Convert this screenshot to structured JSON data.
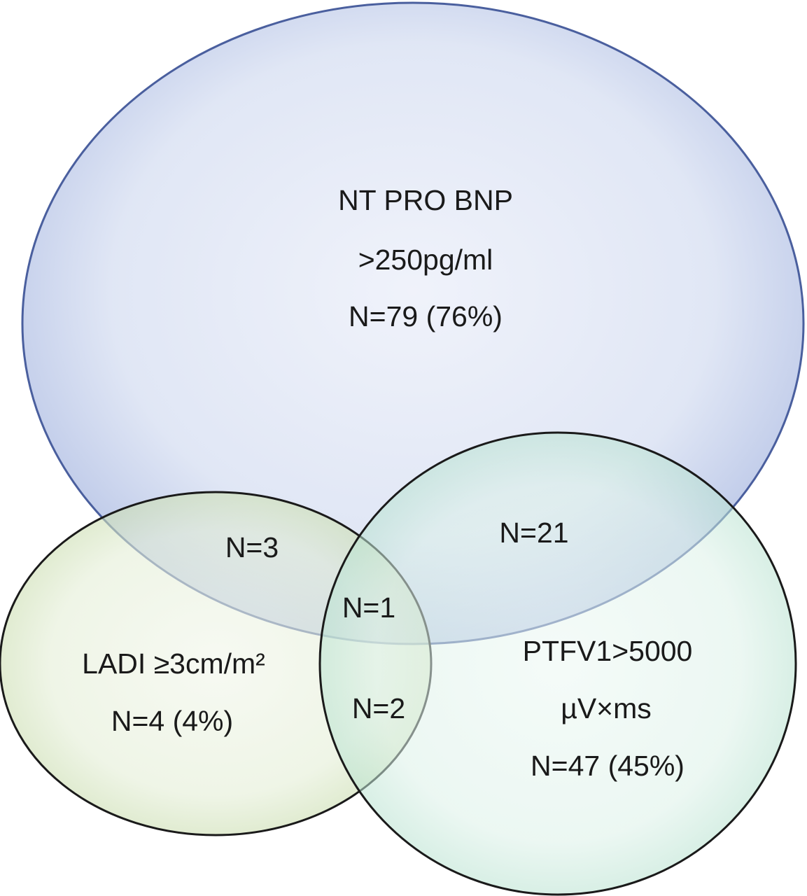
{
  "venn": {
    "sets": [
      {
        "id": "ntprobnp",
        "label_lines": [
          "NT PRO BNP",
          ">250pg/ml",
          "N=79 (76%)"
        ],
        "color": "#b7c4e6",
        "stroke": "#4a5f9e"
      },
      {
        "id": "ladi",
        "label_lines": [
          "LADI ≥3cm/m²",
          "N=4 (4%)"
        ],
        "color": "#c9dcae",
        "stroke": "#6e8f3a"
      },
      {
        "id": "ptfv1",
        "label_lines": [
          "PTFV1>5000",
          "µV×ms",
          "N=47 (45%)"
        ],
        "color": "#b4e0d0",
        "stroke": "#3f9a7c"
      }
    ],
    "intersections": {
      "ntprobnp_ladi": "N=3",
      "ntprobnp_ptfv1": "N=21",
      "all_three": "N=1",
      "ladi_ptfv1": "N=2"
    }
  }
}
